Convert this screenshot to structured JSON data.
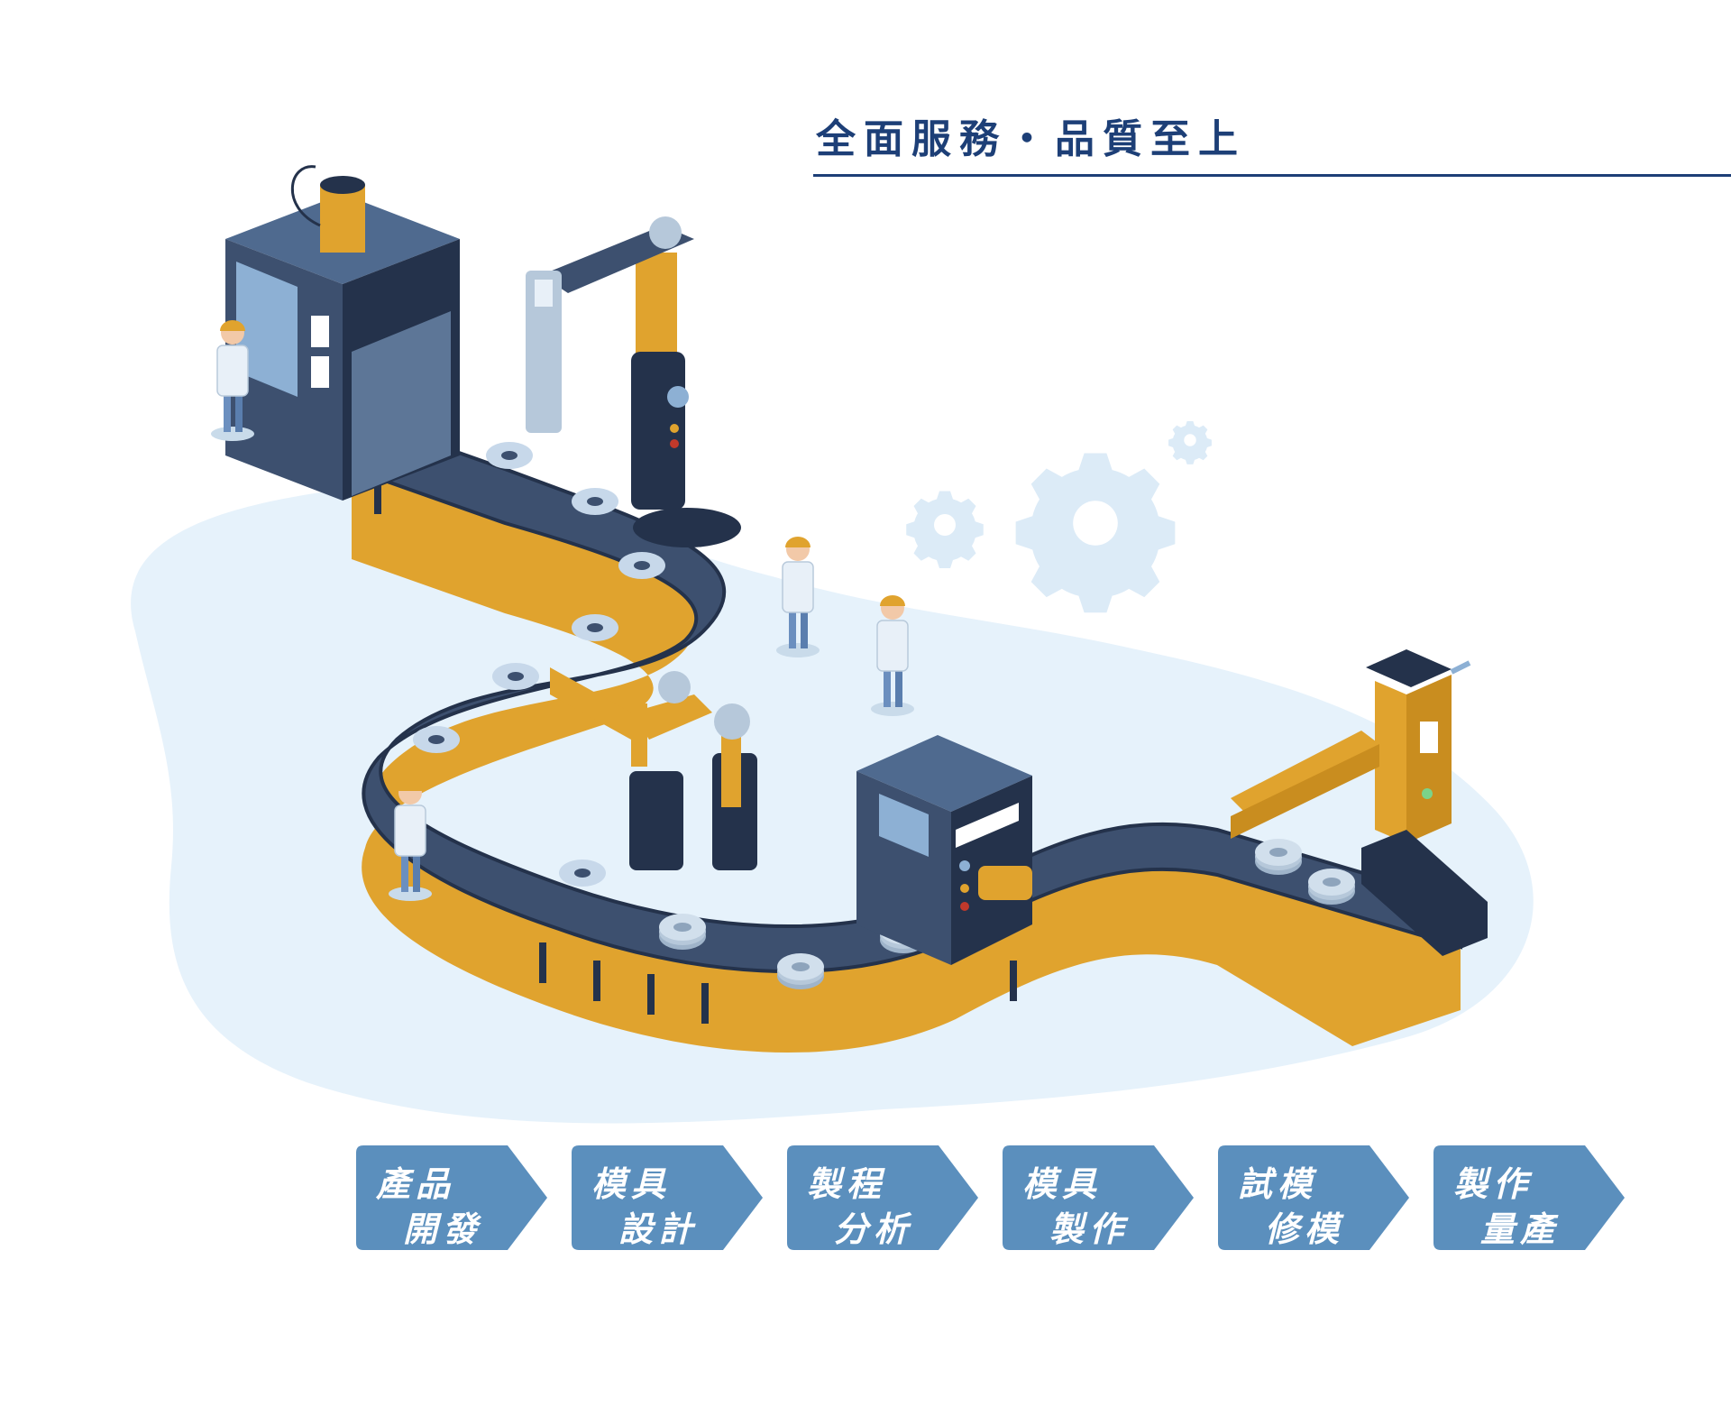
{
  "headline": "全面服務・品質至上",
  "colors": {
    "navy": "#1d3f77",
    "step_fill": "#5b8fbd",
    "belt": "#3d506f",
    "belt_edge": "#24324b",
    "gold": "#e0a32e",
    "floor": "#e6f2fb"
  },
  "steps": [
    {
      "line1": "產品",
      "line2": "開發"
    },
    {
      "line1": "模具",
      "line2": "設計"
    },
    {
      "line1": "製程",
      "line2": "分析"
    },
    {
      "line1": "模具",
      "line2": "製作"
    },
    {
      "line1": "試模",
      "line2": "修模"
    },
    {
      "line1": "製作",
      "line2": "量產"
    }
  ]
}
